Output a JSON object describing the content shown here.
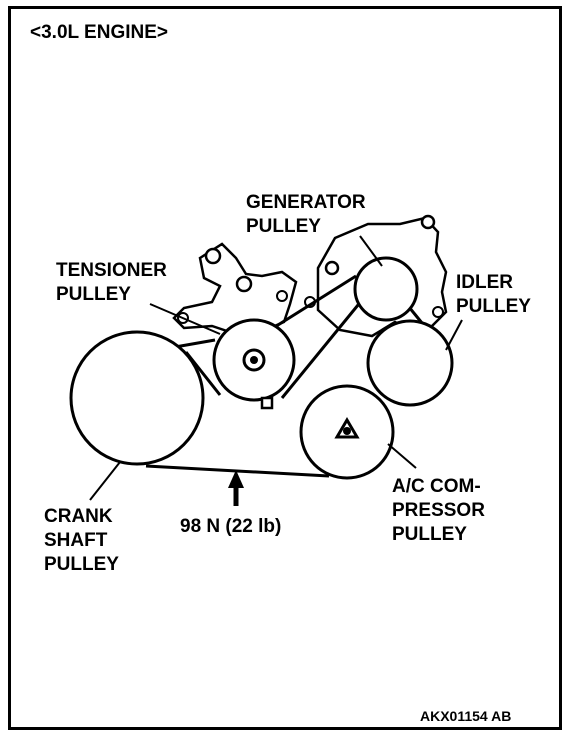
{
  "title": "<3.0L ENGINE>",
  "labels": {
    "generator": [
      "GENERATOR",
      "PULLEY"
    ],
    "tensioner": [
      "TENSIONER",
      "PULLEY"
    ],
    "idler": [
      "IDLER",
      "PULLEY"
    ],
    "crankshaft": [
      "CRANK",
      "SHAFT",
      "PULLEY"
    ],
    "ac_compressor": [
      "A/C COM-",
      "PRESSOR",
      "PULLEY"
    ],
    "force": "98 N (22 lb)"
  },
  "figure_code": "AKX01154 AB",
  "colors": {
    "ink": "#000000",
    "paper": "#ffffff"
  }
}
